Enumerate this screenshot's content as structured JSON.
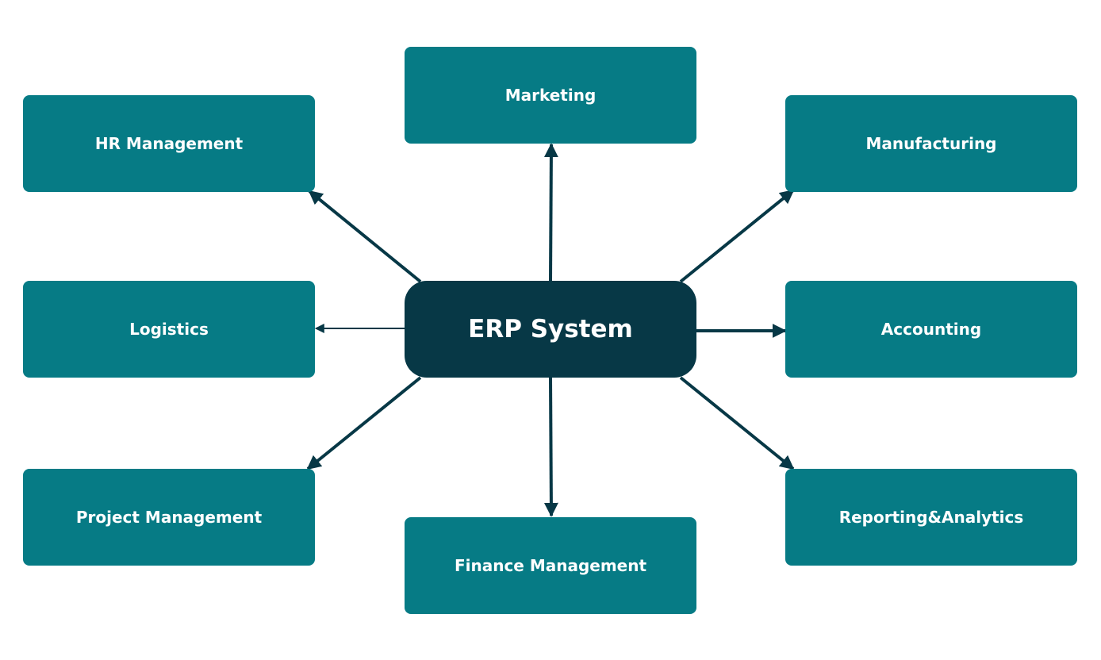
{
  "center": {
    "label": "ERP System"
  },
  "modules": {
    "marketing": "Marketing",
    "hr": "HR Management",
    "manufacturing": "Manufacturing",
    "logistics": "Logistics",
    "accounting": "Accounting",
    "project": "Project Management",
    "reporting": "Reporting&Analytics",
    "finance": "Finance Management"
  },
  "colors": {
    "center_fill": "#073846",
    "module_fill": "#067b85",
    "arrow": "#073846",
    "text": "#ffffff"
  }
}
